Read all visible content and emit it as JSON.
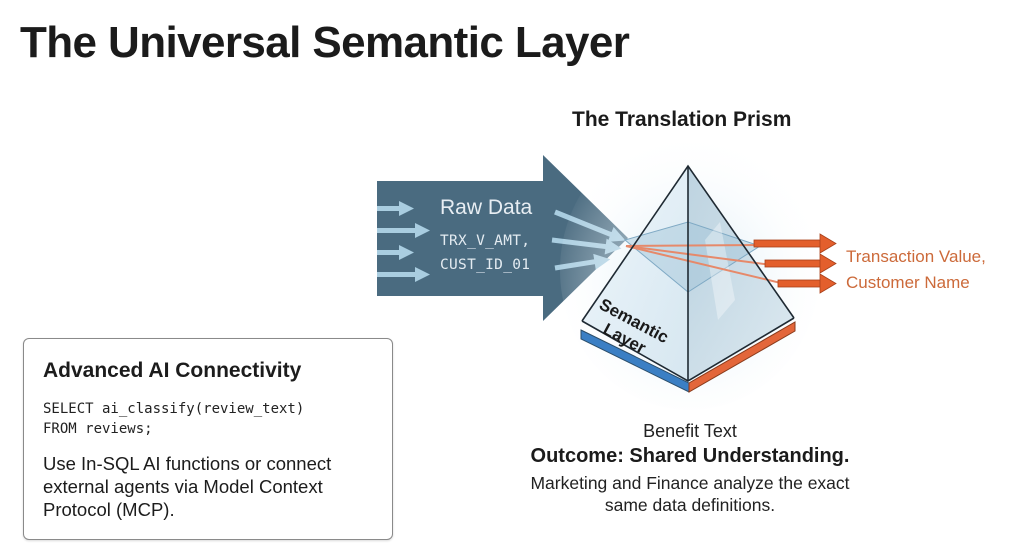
{
  "page": {
    "title": "The Universal Semantic Layer"
  },
  "prism_diagram": {
    "title": "The Translation Prism",
    "input": {
      "label": "Raw Data",
      "fields": [
        "TRX_V_AMT,",
        "CUST_ID_01"
      ],
      "color": "#4a6b80",
      "arrow_color": "#a9cde0"
    },
    "prism": {
      "label_line1": "Semantic",
      "label_line2": "Layer",
      "base_left_color": "#3b7fc4",
      "base_right_color": "#e3663a"
    },
    "output": {
      "lines": [
        "Transaction Value,",
        "Customer Name"
      ],
      "color": "#cc6a3a",
      "arrow_color": "#e35f2c"
    }
  },
  "ai_card": {
    "title": "Advanced AI Connectivity",
    "code": "SELECT ai_classify(review_text)\nFROM reviews;",
    "description": "Use In-SQL AI functions or connect external agents via Model Context Protocol (MCP)."
  },
  "benefit": {
    "label": "Benefit Text",
    "heading": "Outcome: Shared Understanding.",
    "description_line1": "Marketing and Finance analyze the exact",
    "description_line2": "same data definitions."
  }
}
